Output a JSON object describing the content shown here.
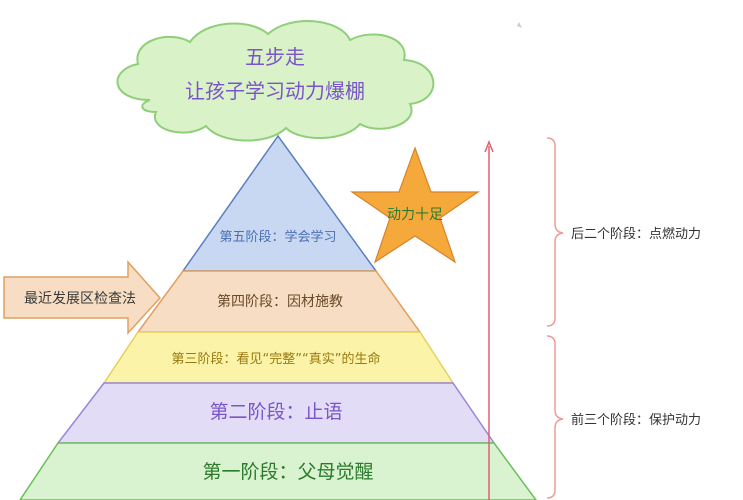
{
  "cloud": {
    "line1": "五步走",
    "line2": "让孩子学习动力爆棚"
  },
  "levels": [
    {
      "label": "第五阶段：学会学习",
      "color": "#c9d8f2"
    },
    {
      "label": "第四阶段：因材施教",
      "color": "#f6ddc3"
    },
    {
      "label": "第三阶段：看见“完整”“真实”的生命",
      "color": "#fbf3a8"
    },
    {
      "label": "第二阶段：止语",
      "color": "#e3dcf6"
    },
    {
      "label": "第一阶段：父母觉醒",
      "color": "#d9f2cf"
    }
  ],
  "star_label": "动力十足",
  "arrow_label": "最近发展区检查法",
  "brackets": [
    {
      "label": "后二个阶段：点燃动力"
    },
    {
      "label": "前三个阶段：保护动力"
    }
  ],
  "colors": {
    "cloud_fill": "#d9f2c8",
    "cloud_stroke": "#8fcf7a",
    "star_fill": "#f6a93b",
    "arrow_fill": "#f6ddc3",
    "arrow_stroke": "#e0a060",
    "vertical_arrow": "#e06070",
    "bracket": "#f29a9a"
  }
}
